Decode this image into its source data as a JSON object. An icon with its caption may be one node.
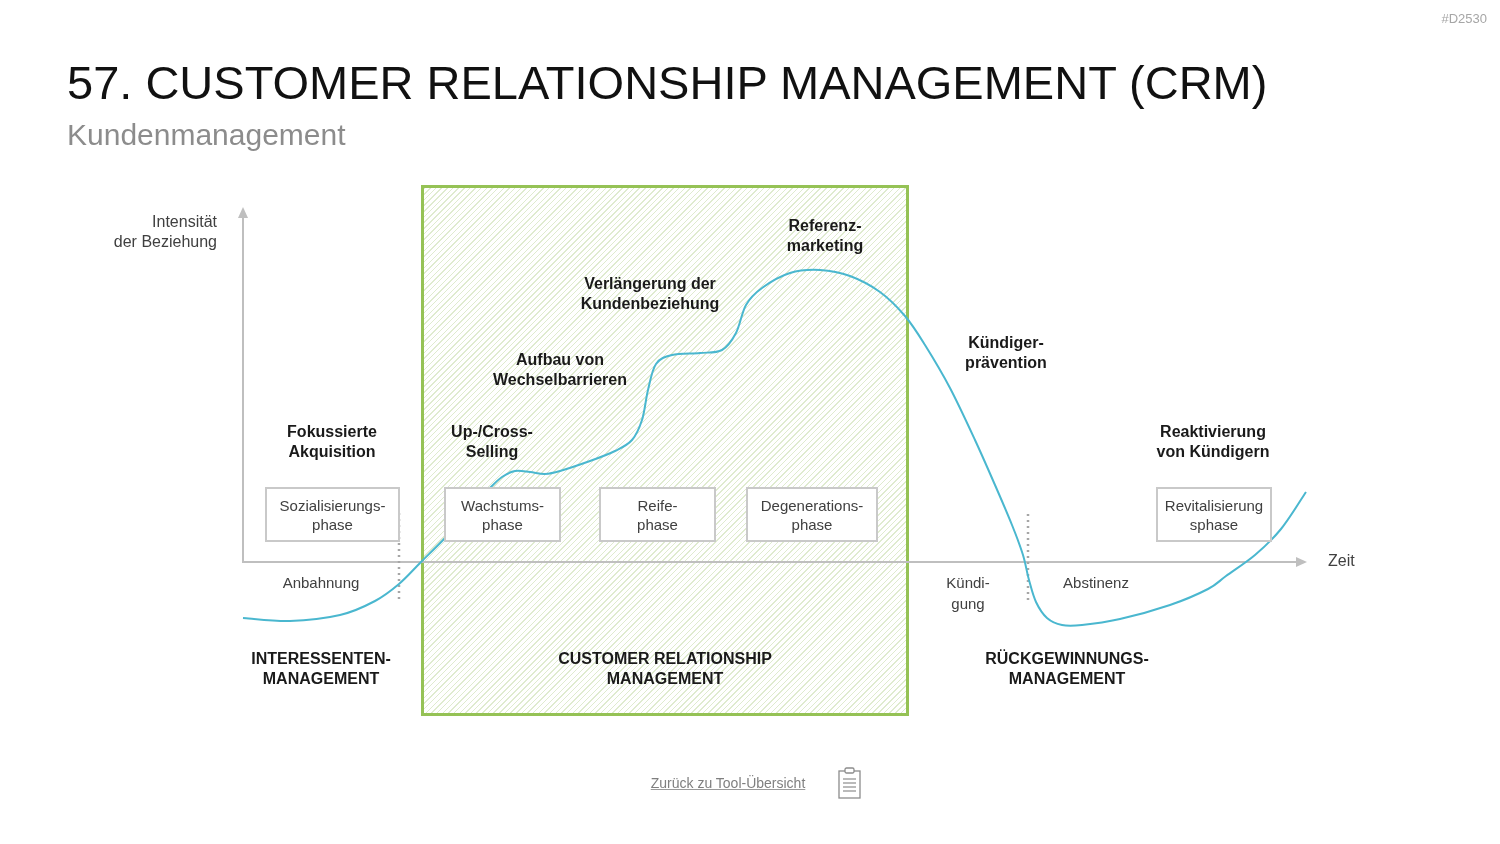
{
  "diagram": {
    "title": "57. CUSTOMER RELATIONSHIP MANAGEMENT (CRM)",
    "nodes": [
      {
        "text": [
          "CUSTOMER RELATIONSHIP MANAGEMENT"
        ]
      },
      {
        "text": [
          "Sozialisierungs- phase"
        ]
      },
      {
        "text": [
          "Wachstums- phase"
        ],
        "in": 0
      },
      {
        "text": [
          "Reife- phase"
        ],
        "in": 0
      },
      {
        "text": [
          "Degenerations- phase"
        ],
        "in": 0
      },
      {
        "text": [
          "Revitalisierung sphase"
        ]
      }
    ],
    "labels": [
      "#D2530",
      "Kundenmanagement",
      "Intensität der Beziehung",
      "Referenz- marketing",
      "Verlängerung der Kundenbeziehung",
      "Kündiger- prävention",
      "Aufbau von Wechselbarrieren",
      "Fokussierte Akquisition",
      "Up-/Cross- Selling",
      "Reaktivierung von Kündigern",
      "Zeit",
      "Anbahnung",
      "Kündi- gung",
      "Abstinenz",
      "INTERESSENTEN- MANAGEMENT",
      "RÜCKGEWINNUNGS- MANAGEMENT",
      "Zurück zu Tool-Übersicht"
    ]
  }
}
